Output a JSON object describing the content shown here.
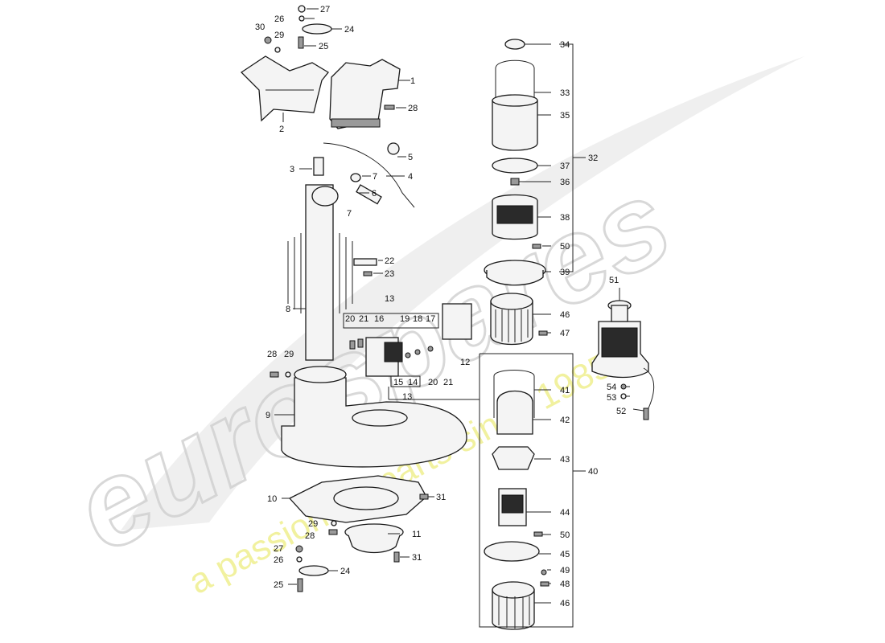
{
  "watermark": {
    "brand": "eurospares",
    "tagline": "a passion for parts since 1985",
    "brand_color": "#cfcfcf",
    "tagline_color": "#eeee88"
  },
  "callouts": {
    "c1": "1",
    "c2": "2",
    "c3": "3",
    "c4": "4",
    "c5": "5",
    "c6": "6",
    "c7a": "7",
    "c7b": "7",
    "c8": "8",
    "c9": "9",
    "c10": "10",
    "c11": "11",
    "c12": "12",
    "c13a": "13",
    "c13b": "13",
    "c14": "14",
    "c15": "15",
    "c16": "16",
    "c17": "17",
    "c18": "18",
    "c19": "19",
    "c20a": "20",
    "c20b": "20",
    "c21a": "21",
    "c21b": "21",
    "c22": "22",
    "c23": "23",
    "c24a": "24",
    "c24b": "24",
    "c25a": "25",
    "c25b": "25",
    "c26a": "26",
    "c26b": "26",
    "c27a": "27",
    "c27b": "27",
    "c28a": "28",
    "c28b": "28",
    "c28c": "28",
    "c29a": "29",
    "c29b": "29",
    "c29c": "29",
    "c30": "30",
    "c31a": "31",
    "c31b": "31",
    "c32": "32",
    "c33": "33",
    "c34": "34",
    "c35": "35",
    "c36": "36",
    "c37": "37",
    "c38": "38",
    "c39": "39",
    "c40": "40",
    "c41": "41",
    "c42": "42",
    "c43": "43",
    "c44": "44",
    "c45": "45",
    "c46a": "46",
    "c46b": "46",
    "c47": "47",
    "c48": "48",
    "c49": "49",
    "c50a": "50",
    "c50b": "50",
    "c51": "51",
    "c52": "52",
    "c53": "53",
    "c54": "54"
  }
}
